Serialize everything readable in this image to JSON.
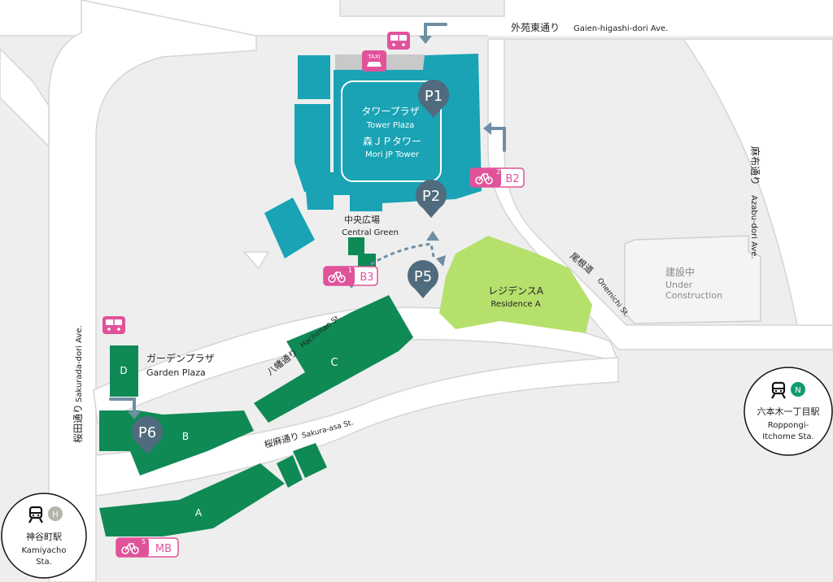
{
  "colors": {
    "road": "#ffffff",
    "background": "#eeeeee",
    "road_outline": "#d7d7d7",
    "tower": "#19a3b5",
    "building_green": "#0f8a55",
    "residence": "#b6e06c",
    "marker": "#4f6b7d",
    "pink": "#e0539a",
    "arrow": "#6f8ea3",
    "under_construction": "#f2f2f2"
  },
  "roads": {
    "gaien_jp": "外苑東通り",
    "gaien_en": "Gaien-higashi-dori Ave.",
    "azabu_jp": "麻布通り",
    "azabu_en": "Azabu-dori Ave.",
    "sakurada_jp": "桜田通り",
    "sakurada_en": "Sakurada-dori Ave.",
    "hachiman_jp": "八幡通り",
    "hachiman_en": "Hachiman St.",
    "sakura_jp": "桜麻通り",
    "sakura_en": "Sakura-asa St.",
    "onemichi_jp": "尾根道",
    "onemichi_en": "Onemichi St."
  },
  "places": {
    "tower_plaza_jp": "タワープラザ",
    "tower_plaza_en": "Tower Plaza",
    "mori_jp": "森ＪＰタワー",
    "mori_en": "Mori JP Tower",
    "central_green_jp": "中央広場",
    "central_green_en": "Central Green",
    "residence_jp": "レジデンスA",
    "residence_en": "Residence A",
    "garden_jp": "ガーデンプラザ",
    "garden_en": "Garden Plaza",
    "construction_jp": "建設中",
    "construction_en1": "Under",
    "construction_en2": "Construction",
    "bldg_a": "A",
    "bldg_b": "B",
    "bldg_c": "C",
    "bldg_d": "D"
  },
  "parking": {
    "p1": "P1",
    "p2": "P2",
    "p5": "P5",
    "p6": "P6"
  },
  "bicycle": {
    "b2_num": "2",
    "b2_label": "B2",
    "b3_num": "1",
    "b3_label": "B3",
    "mb_num": "5",
    "mb_label": "MB"
  },
  "taxi_label": "TAXI",
  "stations": {
    "roppongi_jp": "六本木一丁目駅",
    "roppongi_en1": "Roppongi-",
    "roppongi_en2": "Itchome Sta.",
    "roppongi_badge": "N",
    "kamiyacho_jp": "神谷町駅",
    "kamiyacho_en1": "Kamiyacho",
    "kamiyacho_en2": "Sta.",
    "kamiyacho_badge": "H"
  },
  "icons": [
    "bus-icon",
    "taxi-icon",
    "bicycle-icon",
    "train-icon",
    "map-pin-icon",
    "entry-arrow-icon"
  ]
}
